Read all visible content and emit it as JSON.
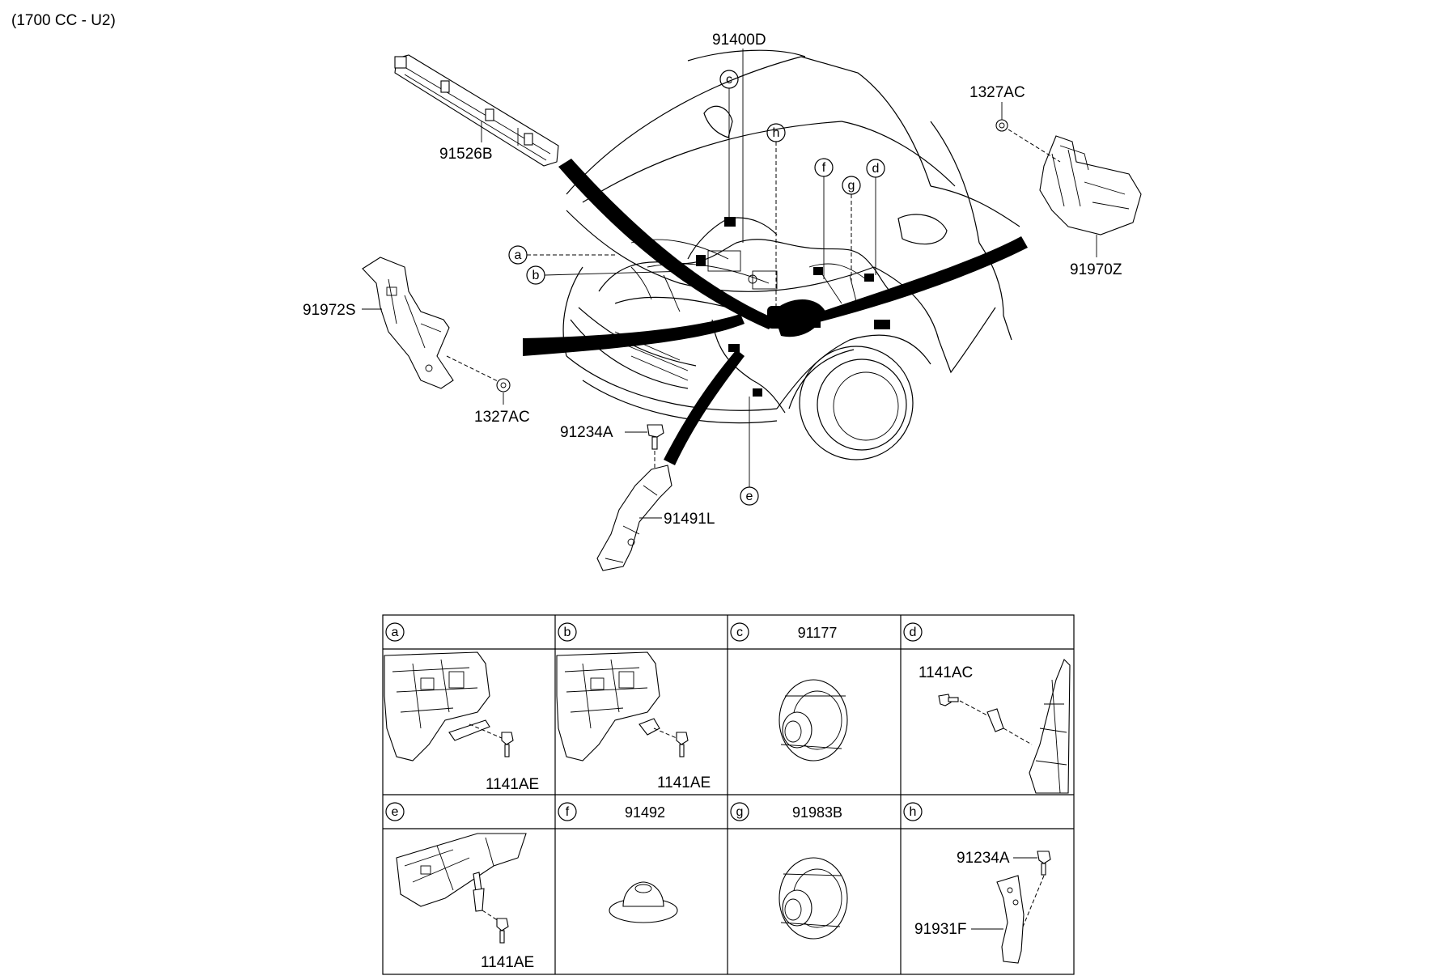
{
  "header": {
    "variant": "(1700 CC - U2)"
  },
  "main_labels": {
    "p91400D": "91400D",
    "p91526B": "91526B",
    "p1327AC_top": "1327AC",
    "p91970Z": "91970Z",
    "p91972S": "91972S",
    "p1327AC_left": "1327AC",
    "p91234A": "91234A",
    "p91491L": "91491L"
  },
  "callouts": {
    "a": "a",
    "b": "b",
    "c": "c",
    "d": "d",
    "e": "e",
    "f": "f",
    "g": "g",
    "h": "h"
  },
  "detail_table": {
    "cells": [
      {
        "letter": "a",
        "part": "",
        "labels": [
          "1141AE"
        ]
      },
      {
        "letter": "b",
        "part": "",
        "labels": [
          "1141AE"
        ]
      },
      {
        "letter": "c",
        "part": "91177",
        "labels": []
      },
      {
        "letter": "d",
        "part": "",
        "labels": [
          "1141AC"
        ]
      },
      {
        "letter": "e",
        "part": "",
        "labels": [
          "1141AE"
        ]
      },
      {
        "letter": "f",
        "part": "91492",
        "labels": []
      },
      {
        "letter": "g",
        "part": "91983B",
        "labels": []
      },
      {
        "letter": "h",
        "part": "",
        "labels": [
          "91234A",
          "91931F"
        ]
      }
    ]
  }
}
